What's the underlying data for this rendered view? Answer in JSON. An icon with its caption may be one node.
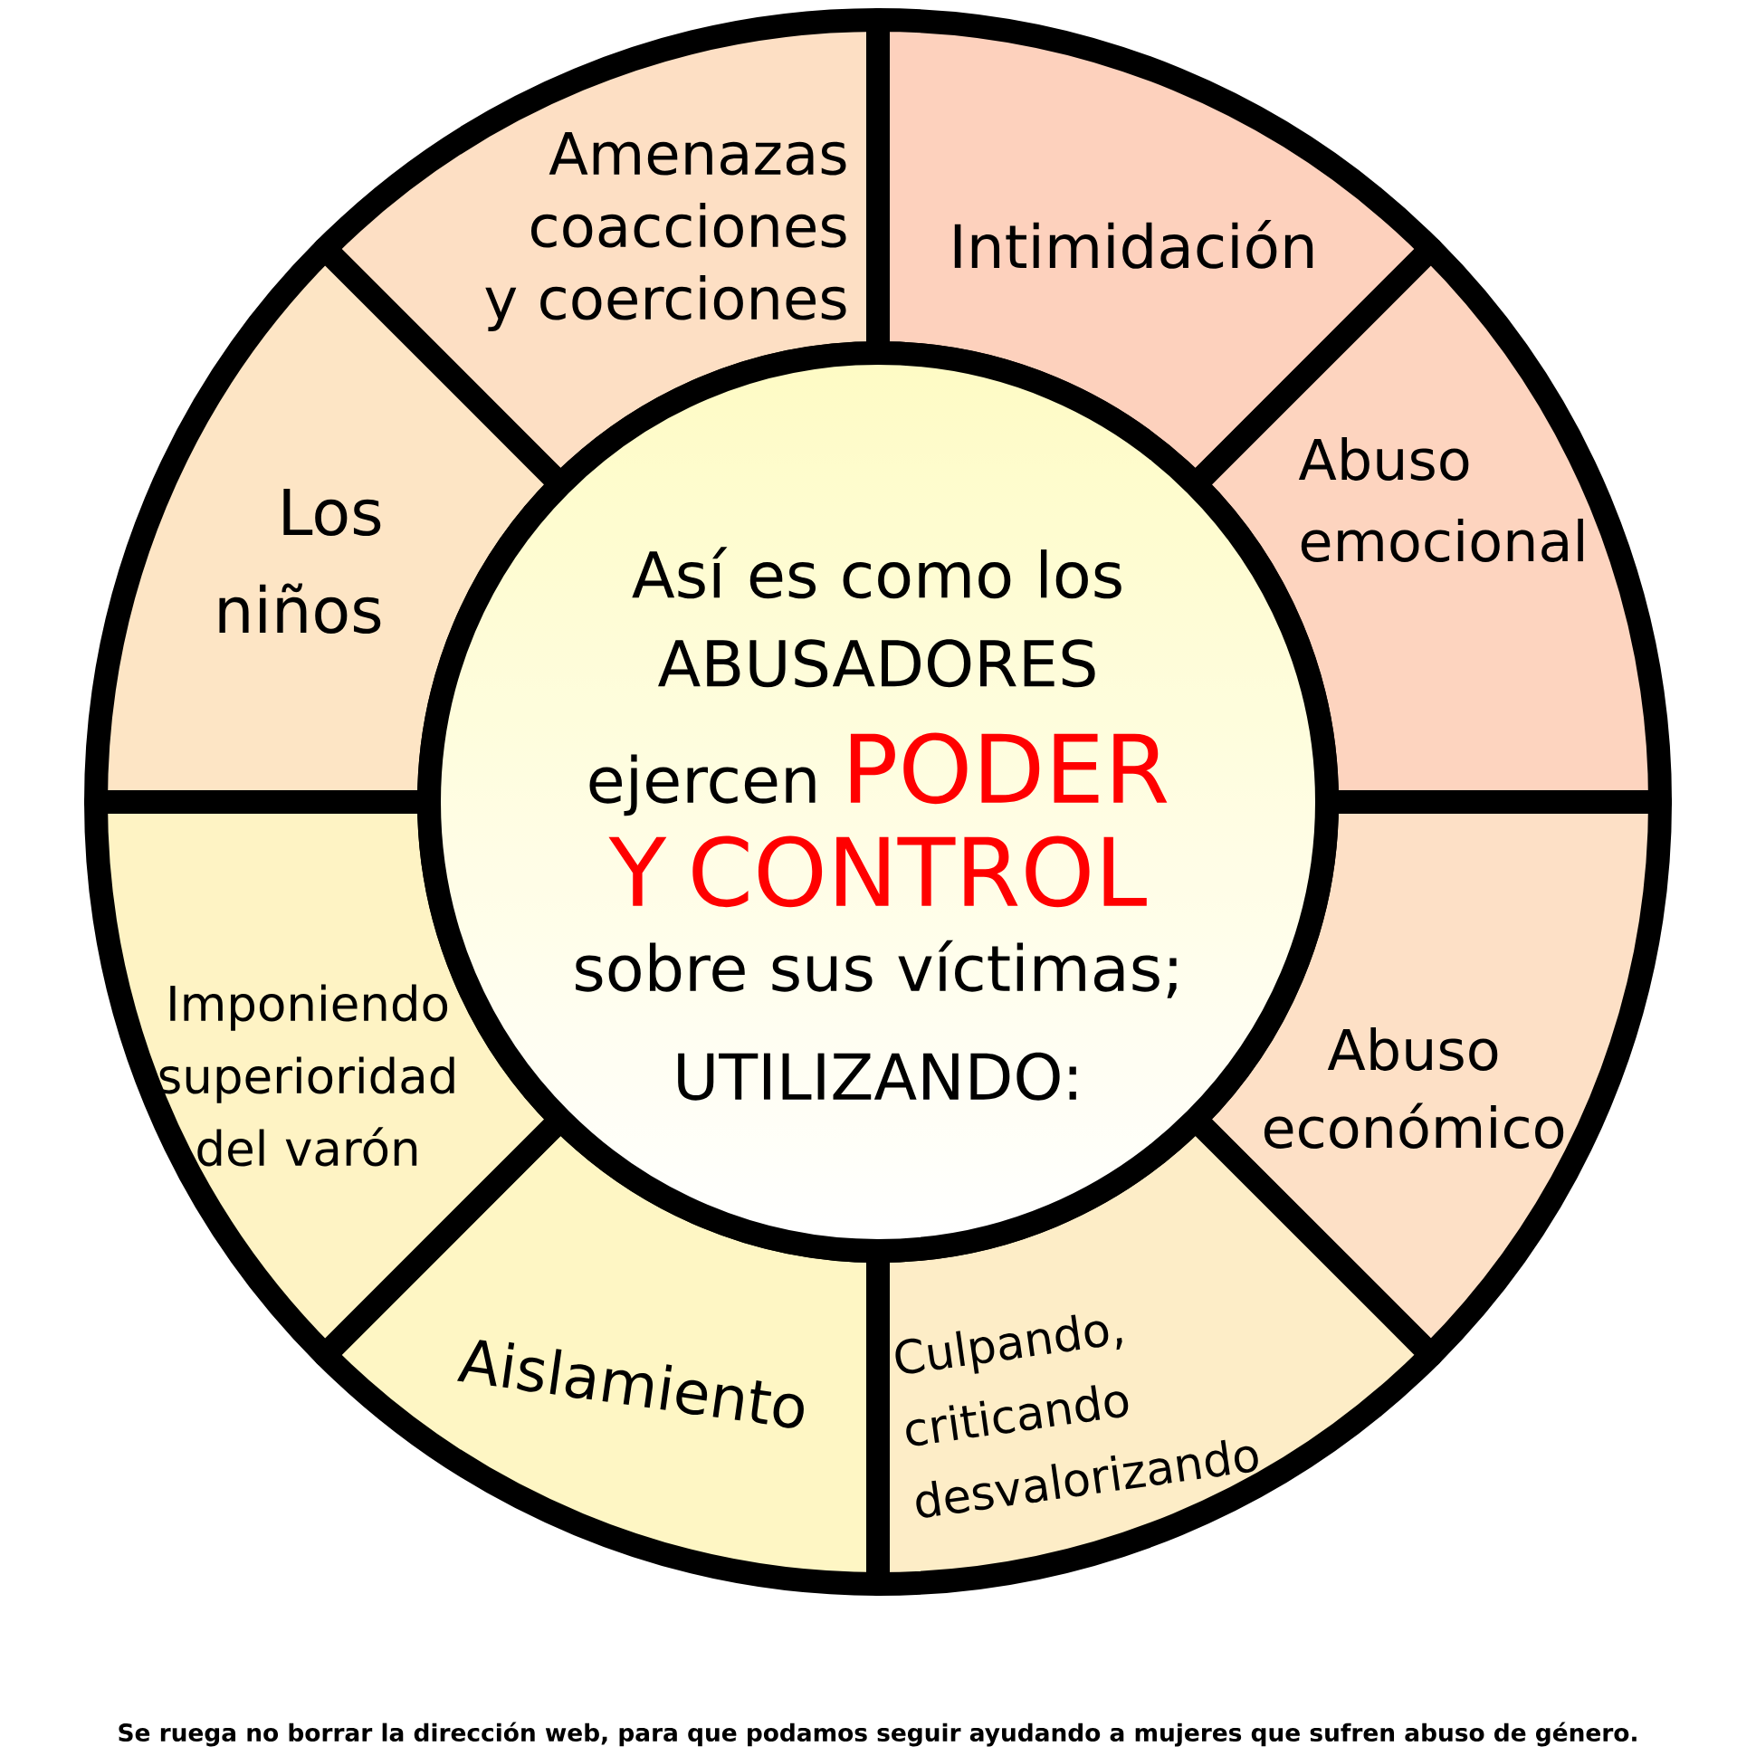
{
  "diagram": {
    "nodes": [
      {
        "text": [
          "Amenazas coacciones y coerciones"
        ]
      },
      {
        "text": [
          "Intimidación"
        ]
      },
      {
        "text": [
          "Abuso emocional"
        ]
      },
      {
        "text": [
          "Abuso económico"
        ]
      },
      {
        "text": [
          "Culpando, criticando desvalorizando"
        ]
      },
      {
        "text": [
          "Aislamiento"
        ]
      },
      {
        "text": [
          "Imponiendo superioridad del varón"
        ]
      },
      {
        "text": [
          "Los niños"
        ]
      },
      {
        "text": [
          "Así es como los ABUSADORES ejercen",
          "PODER Y CONTROL",
          "sobre sus víctimas;",
          "UTILIZANDO:"
        ]
      }
    ],
    "labels": [
      "Se ruega no borrar la dirección web, para que podamos seguir ayudando a mujeres que sufren abuso de género."
    ]
  }
}
